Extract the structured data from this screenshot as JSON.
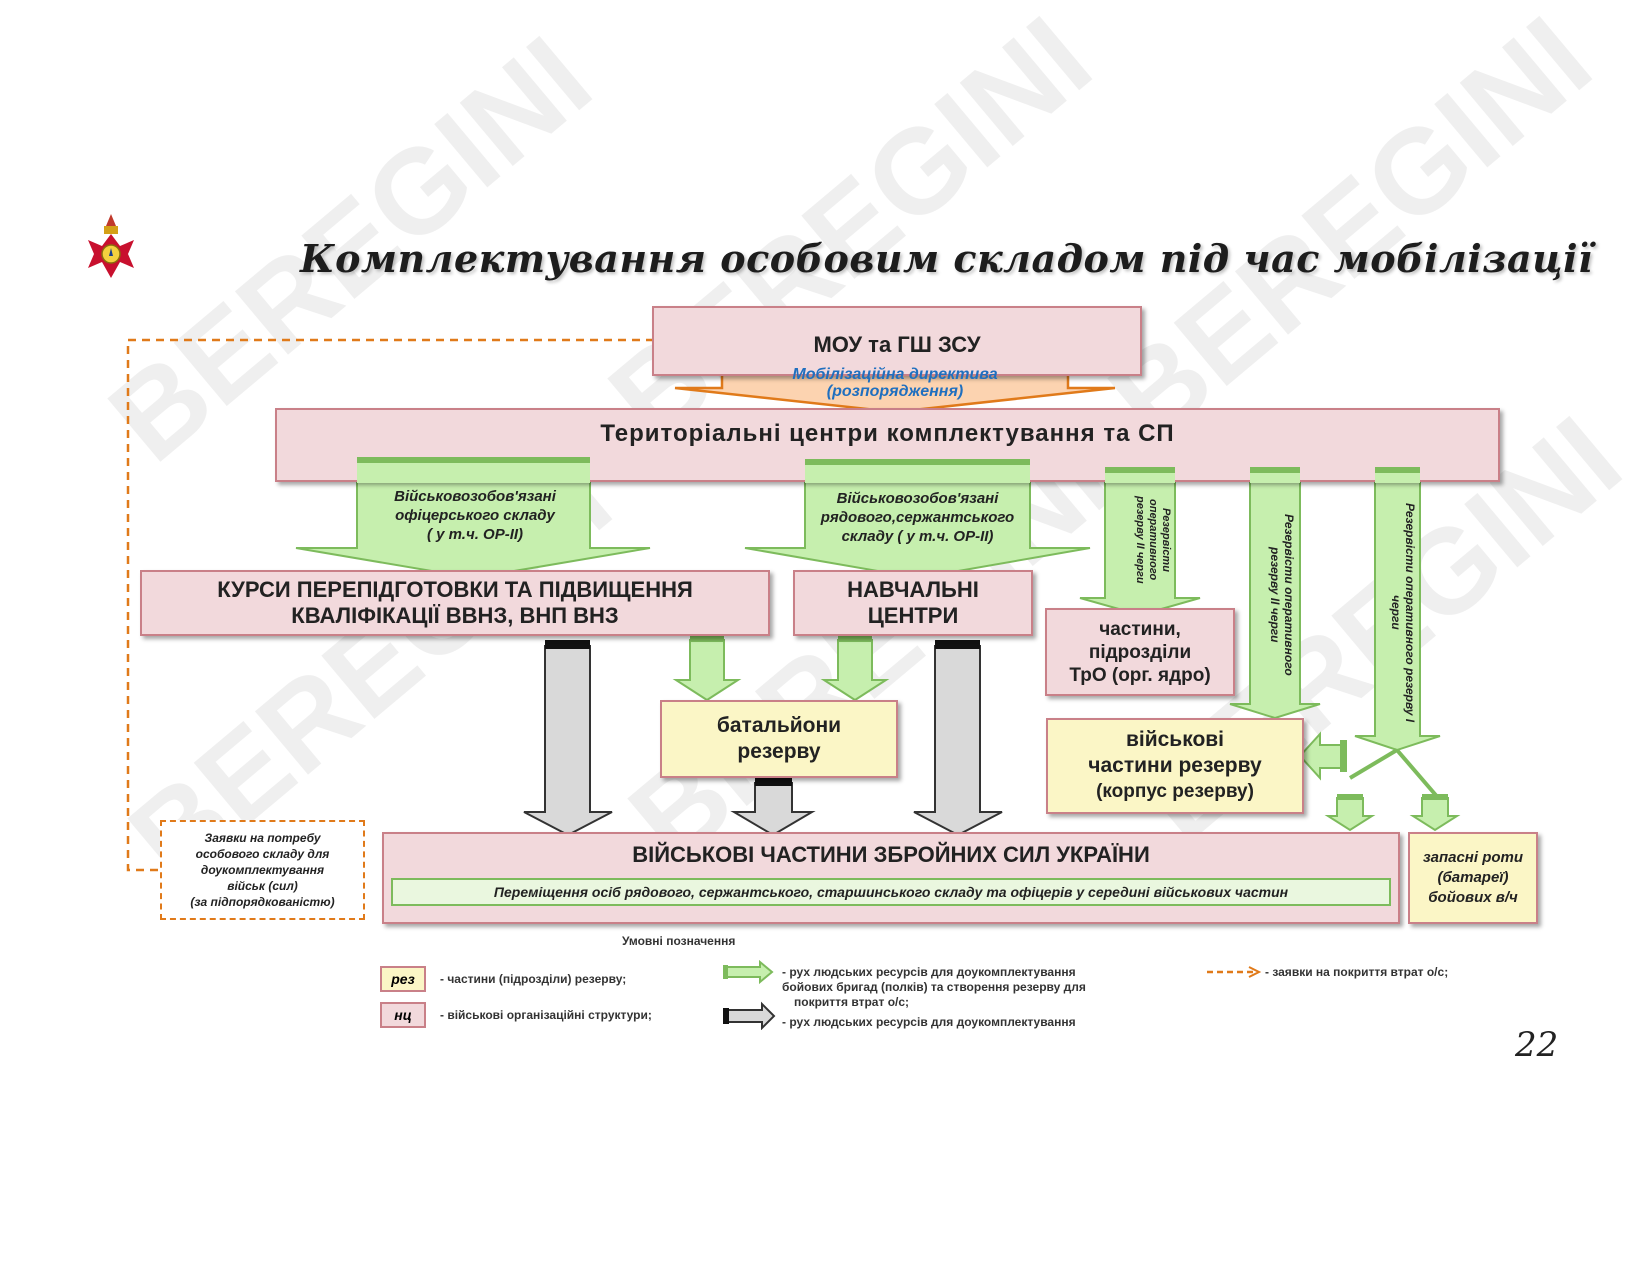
{
  "title": "Комплектування особовим складом під час мобілізації",
  "page_number": "22",
  "watermark": "BEREGINI",
  "emblem_icon": "cross-emblem-icon",
  "colors": {
    "pink": "#f2d9dc",
    "yellow": "#fbf6c6",
    "green": "#b6e59a",
    "orange": "#e07a1a",
    "gray": "#d9d9d9",
    "blue_text": "#1f6fbf"
  },
  "nodes": {
    "mou": "МОУ та ГШ ЗСУ",
    "directive_line1": "Мобілізаційна директива",
    "directive_line2": "(розпорядження)",
    "tck": "Територіальні центри комплектування та СП",
    "officers_arrow": [
      "Військовозобов'язані",
      "офіцерського складу",
      "( у т.ч. ОР-ІІ)"
    ],
    "ranks_arrow": [
      "Військовозобов'язані",
      "рядового,сержантського",
      "складу ( у т.ч. ОР-ІІ)"
    ],
    "reserve2_arrow": "Резервісти оперативного резерву ІІ черги",
    "reserve2b_arrow": "Резервісти оперативного резерву ІІ черги",
    "reserve1_arrow": "Резервісти оперативного резерву І черги",
    "courses_line1": "КУРСИ ПЕРЕПІДГОТОВКИ ТА ПІДВИЩЕННЯ",
    "courses_line2": "КВАЛІФІКАЦІЇ ВВНЗ, ВНП ВНЗ",
    "training_line1": "НАВЧАЛЬНІ",
    "training_line2": "ЦЕНТРИ",
    "tro_line1": "частини,",
    "tro_line2": "підрозділи",
    "tro_line3": "ТрО (орг. ядро)",
    "battalions_line1": "батальйони",
    "battalions_line2": "резерву",
    "reserve_units_line1": "військові",
    "reserve_units_line2": "частини резерву",
    "reserve_units_line3": "(корпус резерву)",
    "requests": [
      "Заявки на потребу",
      "особового складу  для",
      "доукомплектування",
      "військ (сил)",
      "(за підпорядкованістю)"
    ],
    "afu": "ВІЙСЬКОВІ ЧАСТИНИ ЗБРОЙНИХ СИЛ УКРАЇНИ",
    "afu_sub": "Переміщення осіб рядового, сержантського, старшинського складу та офіцерів у середині військових частин",
    "spare_line1": "запасні роти",
    "spare_line2": "(батареї)",
    "spare_line3": "бойових в/ч"
  },
  "legend": {
    "heading": "Умовні позначення",
    "rez_tag": "рез",
    "rez_text": "- частини (підрозділи) резерву;",
    "nc_tag": "нц",
    "nc_text": "- військові організаційні структури;",
    "green_text": [
      "- рух людських ресурсів для доукомплектування",
      "бойових бригад (полків) та створення резерву для",
      "покриття втрат о/с;"
    ],
    "gray_text": "- рух людських ресурсів для доукомплектування",
    "orange_text": "- заявки на покриття втрат о/с;"
  }
}
